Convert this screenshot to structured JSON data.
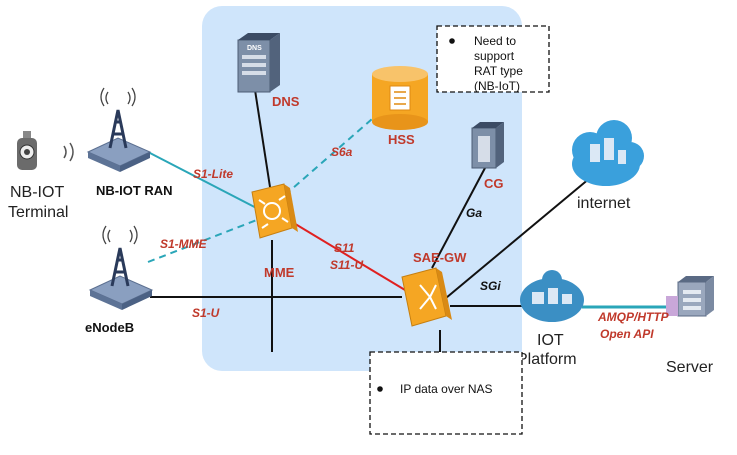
{
  "nodes": {
    "terminal": {
      "line1": "NB-IOT",
      "line2": "Terminal"
    },
    "nb_ran": "NB-IOT RAN",
    "enodeb": "eNodeB",
    "dns": "DNS",
    "dns_box_text": "DNS",
    "hss": "HSS",
    "cg": "CG",
    "mme": "MME",
    "saegw": "SAE-GW",
    "internet": "internet",
    "iot_platform": {
      "line1": "IOT",
      "line2": "Platform"
    },
    "server": "Server"
  },
  "interfaces": {
    "s1_lite": "S1-Lite",
    "s1_mme": "S1-MME",
    "s1_u": "S1-U",
    "s6a": "S6a",
    "s11": "S11",
    "s11_u": "S11-U",
    "ga": "Ga",
    "sgi": "SGi",
    "amqp": "AMQP/HTTP",
    "open_api": "Open API"
  },
  "notes": {
    "hss_note": [
      "Need to",
      "support",
      "RAT type",
      "(NB-IoT)"
    ],
    "nas_note": "IP data over NAS"
  },
  "colors": {
    "core_region": "#cfe5fb",
    "red_line": "#e02020",
    "teal_dashed": "#2aa6b8",
    "brand_orange": "#f5a623",
    "label_red": "#c0392b"
  }
}
